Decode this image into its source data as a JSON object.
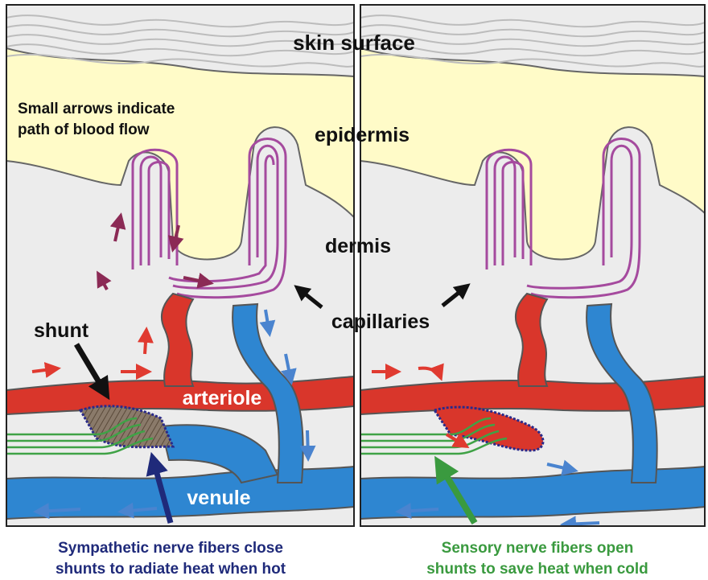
{
  "labels": {
    "skin_surface": "skin surface",
    "epidermis": "epidermis",
    "dermis": "dermis",
    "capillaries": "capillaries",
    "shunt": "shunt",
    "arteriole": "arteriole",
    "venule": "venule",
    "legend_line1": "Small arrows indicate",
    "legend_line2": "path of blood flow"
  },
  "captions": {
    "left_line1": "Sympathetic nerve fibers close",
    "left_line2": "shunts to radiate heat when hot",
    "right_line1": "Sensory nerve fibers open",
    "right_line2": "shunts to save heat when cold"
  },
  "colors": {
    "skin": "#fffbc8",
    "dermis": "#ececec",
    "artery": "#d9362b",
    "vein": "#2e86d1",
    "capillary": "#a54a9e",
    "nerve": "#3fa246",
    "sympathetic": "#1f2a7a",
    "sensory": "#3a9a3f",
    "flow_red": "#e03a30",
    "flow_blue": "#4a84cf",
    "flow_purple": "#8b2a55"
  }
}
